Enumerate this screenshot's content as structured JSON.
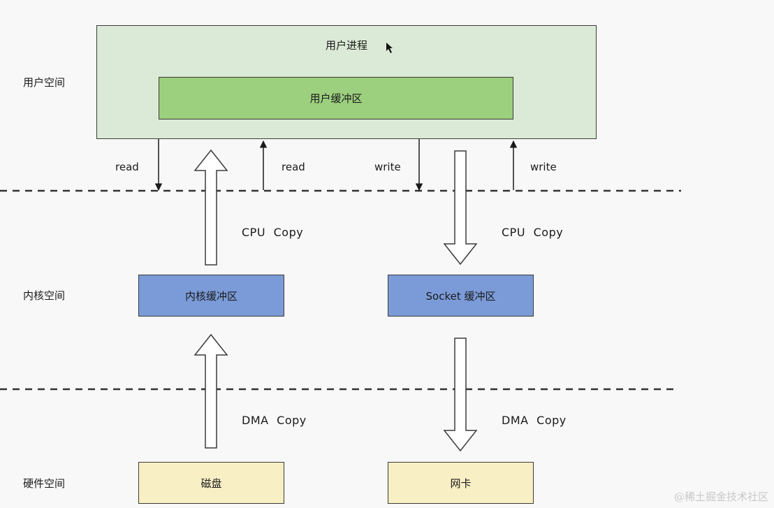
{
  "zones": {
    "user_space": "用户空间",
    "kernel_space": "内核空间",
    "hardware_space": "硬件空间"
  },
  "boxes": {
    "user_process": "用户进程",
    "user_buffer": "用户缓冲区",
    "kernel_buffer": "内核缓冲区",
    "socket_buffer": "Socket 缓冲区",
    "disk": "磁盘",
    "nic": "网卡"
  },
  "arrows": {
    "read_down": "read",
    "read_up": "read",
    "write_down": "write",
    "write_up": "write",
    "cpu_copy_left": "CPU  Copy",
    "cpu_copy_right": "CPU  Copy",
    "dma_copy_left": "DMA  Copy",
    "dma_copy_right": "DMA  Copy"
  },
  "colors": {
    "user_process_fill": "#dbead6",
    "user_buffer_fill": "#9ccf7e",
    "kernel_fill": "#7b9bd8",
    "hardware_fill": "#f8efc4"
  },
  "watermark": "@稀土掘金技术社区"
}
